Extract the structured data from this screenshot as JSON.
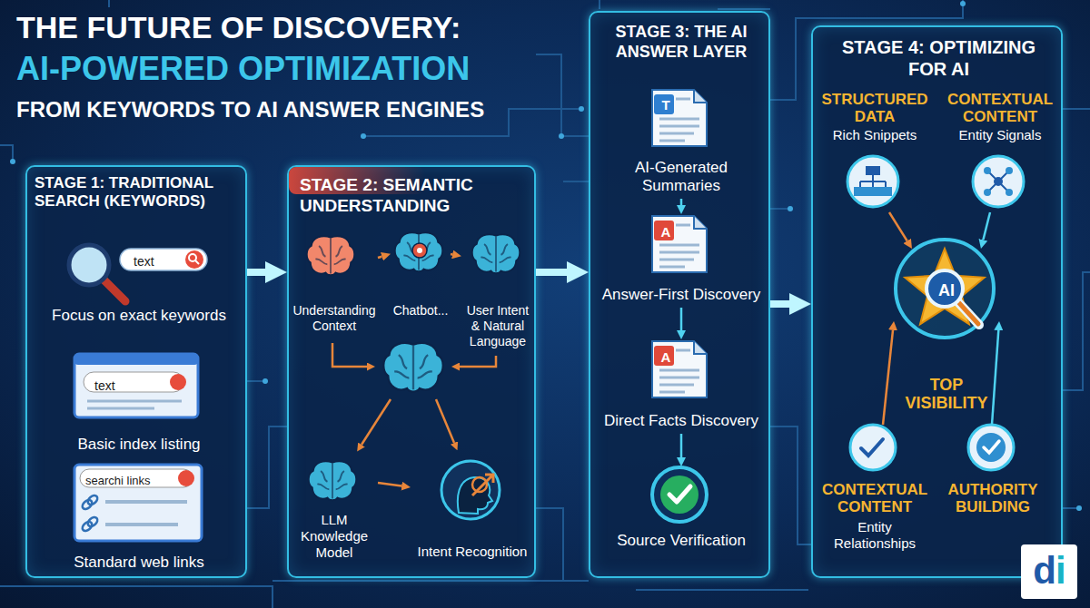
{
  "diagram": {
    "title": "THE FUTURE OF DISCOVERY:",
    "nodes": [
      {
        "text": [
          "STAGE 1: TRADITIONAL SEARCH (KEYWORDS)"
        ]
      },
      {
        "text": [
          "text",
          "Focus on exact keywords"
        ],
        "in": 0
      },
      {
        "text": [
          "text",
          "Basic index listing"
        ],
        "in": 0
      },
      {
        "text": [
          "searchi links",
          "Standard web links"
        ],
        "in": 0
      },
      {
        "text": [
          "STAGE 2: SEMANTIC UNDERSTANDING"
        ]
      },
      {
        "text": [
          "Understanding Context"
        ],
        "in": 4
      },
      {
        "text": [
          "Chatbot..."
        ],
        "in": 4
      },
      {
        "text": [
          "User Intent & Natural Language"
        ],
        "in": 4
      },
      {
        "text": [
          "LLM Knowledge Model"
        ],
        "in": 4
      },
      {
        "text": [
          "Intent Recognition"
        ],
        "in": 4
      },
      {
        "text": [
          "STAGE 3: THE AI ANSWER LAYER"
        ]
      },
      {
        "text": [
          "T",
          "AI-Generated Summaries"
        ],
        "in": 10
      },
      {
        "text": [
          "A",
          "Answer-First Discovery"
        ],
        "in": 10
      },
      {
        "text": [
          "A",
          "Direct Facts Discovery"
        ],
        "in": 10
      },
      {
        "text": [
          "Source Verification"
        ],
        "in": 10
      },
      {
        "text": [
          "STAGE 4: OPTIMIZING FOR AI"
        ]
      },
      {
        "text": [
          "STRUCTURED DATA",
          "Rich Snippets"
        ],
        "in": 15
      },
      {
        "text": [
          "CONTEXTUAL CONTENT",
          "Entity Signals"
        ],
        "in": 15
      },
      {
        "text": [
          "AI",
          "TOP VISIBILITY"
        ],
        "in": 15
      },
      {
        "text": [
          "CONTEXTUAL CONTENT",
          "Entity Relationships"
        ],
        "in": 15
      },
      {
        "text": [
          "AUTHORITY BUILDING"
        ],
        "in": 15
      }
    ],
    "edges": [
      {
        "from": 0,
        "to": 4,
        "arrow": "to"
      },
      {
        "from": 4,
        "to": 10,
        "arrow": "to"
      },
      {
        "from": 10,
        "to": 15,
        "arrow": "to"
      },
      {
        "from": 5,
        "to": 6,
        "arrow": "to"
      },
      {
        "from": 6,
        "to": 7,
        "arrow": "to"
      },
      {
        "from": 8,
        "to": 9,
        "arrow": "to"
      },
      {
        "from": 11,
        "to": 12,
        "arrow": "to"
      },
      {
        "from": 12,
        "to": 13,
        "arrow": "to"
      },
      {
        "from": 13,
        "to": 14,
        "arrow": "to"
      },
      {
        "from": 16,
        "to": 18,
        "arrow": "to"
      },
      {
        "from": 17,
        "to": 18,
        "arrow": "to"
      },
      {
        "from": 19,
        "to": 18,
        "arrow": "to"
      },
      {
        "from": 20,
        "to": 18,
        "arrow": "to"
      }
    ],
    "labels": [
      "AI-POWERED OPTIMIZATION",
      "FROM KEYWORDS TO AI ANSWER ENGINES",
      "di"
    ]
  }
}
